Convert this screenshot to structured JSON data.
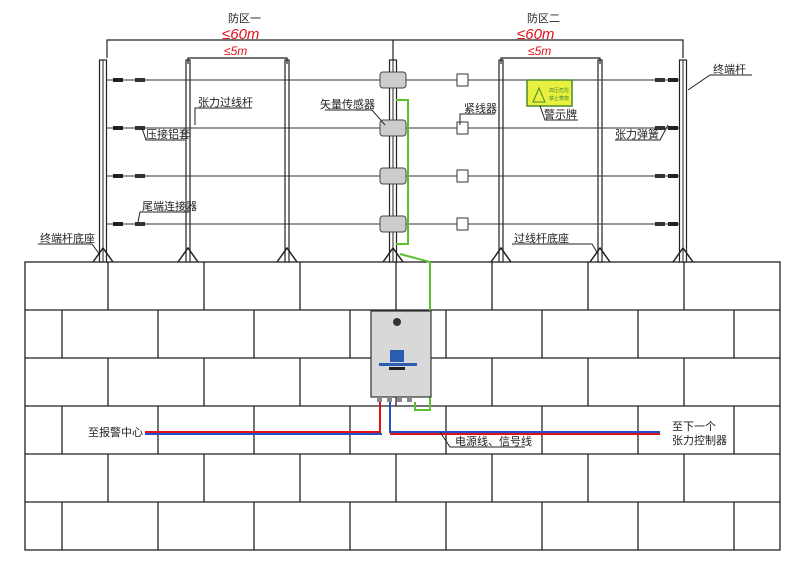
{
  "zones": [
    {
      "name": "防区一",
      "length": "≤60m",
      "spacing": "≤5m"
    },
    {
      "name": "防区二",
      "length": "≤60m",
      "spacing": "≤5m"
    }
  ],
  "labels": {
    "end_post": "终端杆",
    "tension_post": "张力过线杆",
    "vector_sensor": "矢量传感器",
    "tightener": "紧线器",
    "warning_sign": "警示牌",
    "crimp_sleeve": "压接铝套",
    "tension_spring": "张力弹簧",
    "tail_connector": "尾端连接器",
    "end_post_base": "终端杆底座",
    "post_base": "过线杆底座",
    "to_alarm_center": "至报警中心",
    "power_signal_line": "电源线、信号线",
    "to_next_1": "至下一个",
    "to_next_2": "张力控制器"
  },
  "sign": {
    "line1": "高压危险",
    "line2": "禁止攀爬"
  },
  "colors": {
    "red": "#e0101a",
    "blue": "#2050c8",
    "green": "#5cc030",
    "sign": "#e8f040"
  }
}
